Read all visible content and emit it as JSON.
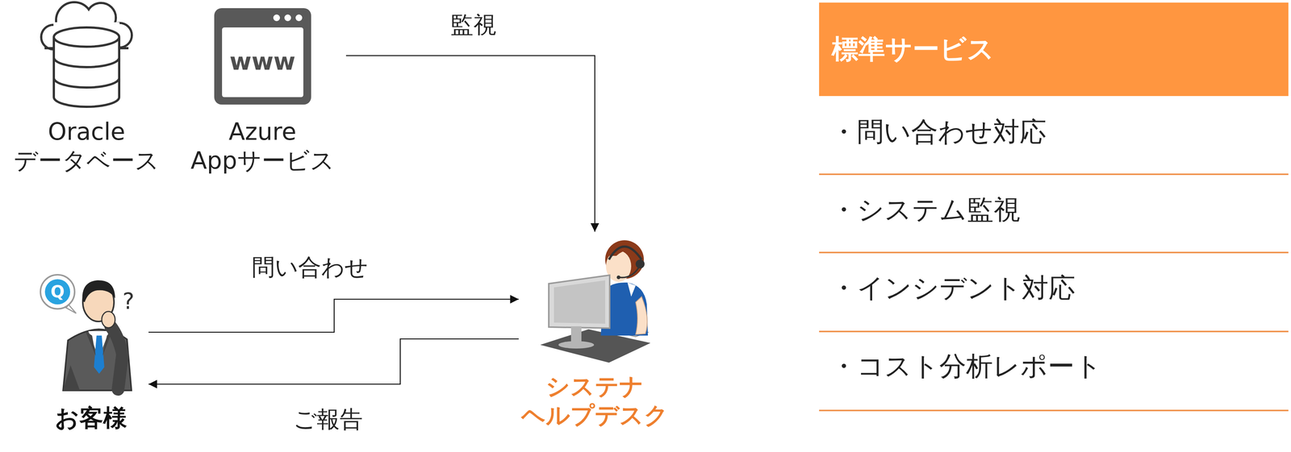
{
  "diagram": {
    "nodes": [
      {
        "text": [
          "Oracle データベース"
        ]
      },
      {
        "text": [
          "Azure Appサービス"
        ]
      },
      {
        "text": [
          "お客様"
        ]
      },
      {
        "text": [
          "システナ ヘルプデスク"
        ]
      },
      {
        "text": [
          "標準サービス"
        ]
      }
    ],
    "edges": [
      {
        "from": 1,
        "to": 3,
        "label": "監視",
        "arrow": "to"
      },
      {
        "from": 2,
        "to": 3,
        "label": "問い合わせ",
        "arrow": "to"
      },
      {
        "from": 3,
        "to": 2,
        "label": "ご報告",
        "arrow": "to"
      }
    ],
    "labels": [
      "www",
      "Q",
      "?",
      "・問い合わせ対応",
      "・システム監視",
      "・インシデント対応",
      "・コスト分析レポート"
    ]
  }
}
